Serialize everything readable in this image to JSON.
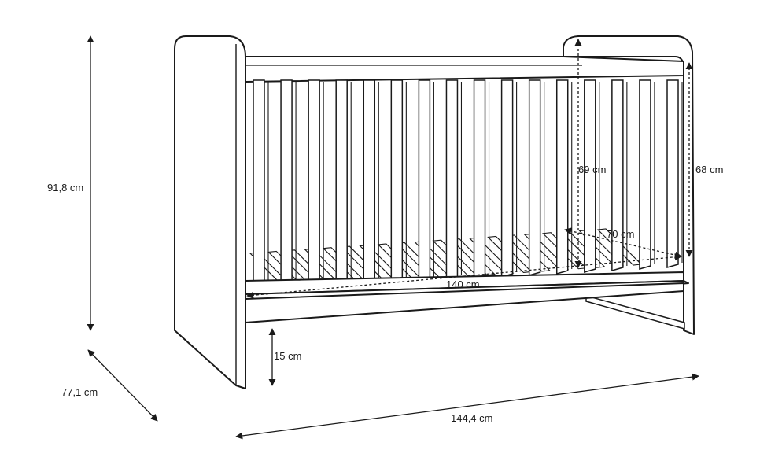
{
  "product_drawing": {
    "dimensions": {
      "total_height": "91,8 cm",
      "depth": "77,1 cm",
      "total_length": "144,4 cm",
      "inner_length": "140 cm",
      "inner_width": "70 cm",
      "rail_height_outer": "68 cm",
      "rail_height_inner": "69 cm",
      "floor_clearance": "15 cm"
    }
  }
}
